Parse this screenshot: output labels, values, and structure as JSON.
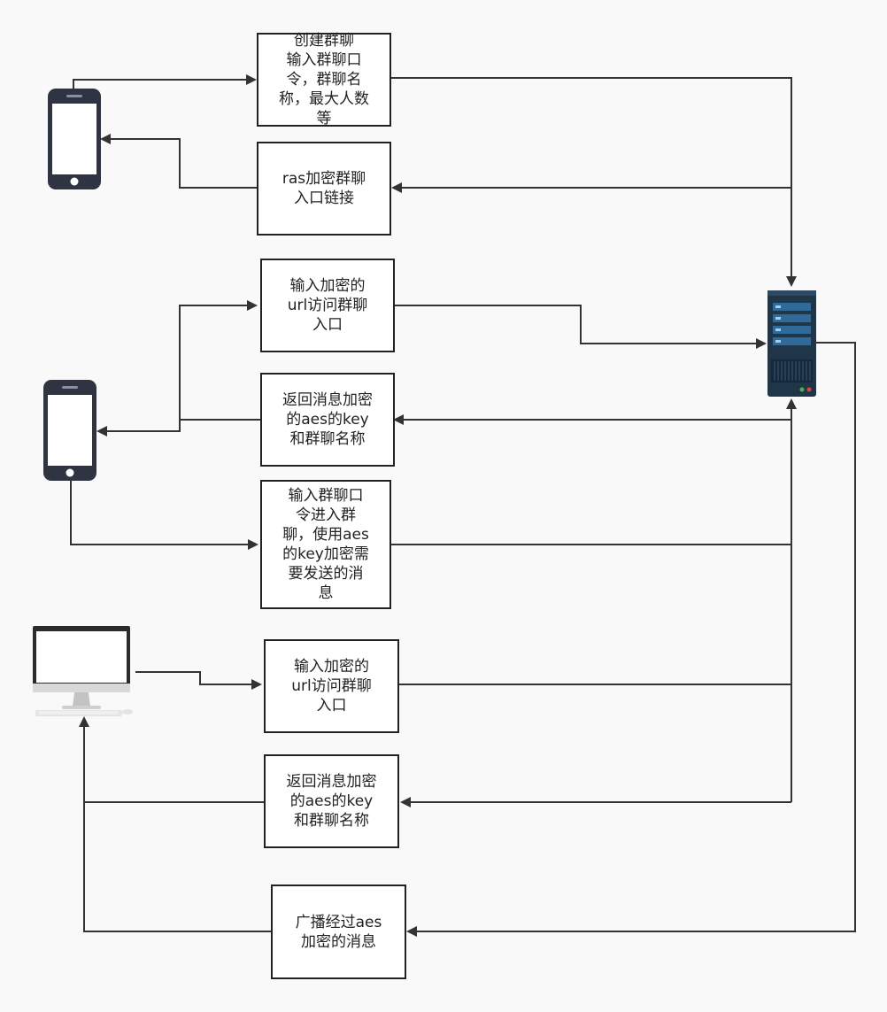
{
  "boxes": {
    "create_group": "创建群聊\n输入群聊口\n令，群聊名\n称，最大人数\n等",
    "rsa_link": "ras加密群聊\n入口链接",
    "input_url_1": "输入加密的\nurl访问群聊\n入口",
    "return_key_1": "返回消息加密\n的aes的key\n和群聊名称",
    "join_group": "输入群聊口\n令进入群\n聊，使用aes\n的key加密需\n要发送的消\n息",
    "input_url_2": "输入加密的\nurl访问群聊\n入口",
    "return_key_2": "返回消息加密\n的aes的key\n和群聊名称",
    "broadcast": "广播经过aes\n加密的消息"
  },
  "icons": {
    "phone_1": "smartphone-icon",
    "phone_2": "smartphone-icon",
    "desktop": "desktop-computer-icon",
    "server": "server-rack-icon"
  },
  "colors": {
    "line": "#333333",
    "border": "#222222",
    "server": "#1f3548",
    "server_accent": "#3f7fb0"
  }
}
